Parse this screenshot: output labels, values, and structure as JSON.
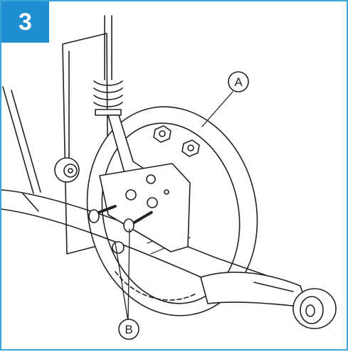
{
  "step": {
    "number": "3"
  },
  "callouts": {
    "a": "A",
    "b": "B"
  },
  "colors": {
    "frame": "#3aa6dd",
    "badge": "#1f8fd1",
    "line": "#222222"
  }
}
